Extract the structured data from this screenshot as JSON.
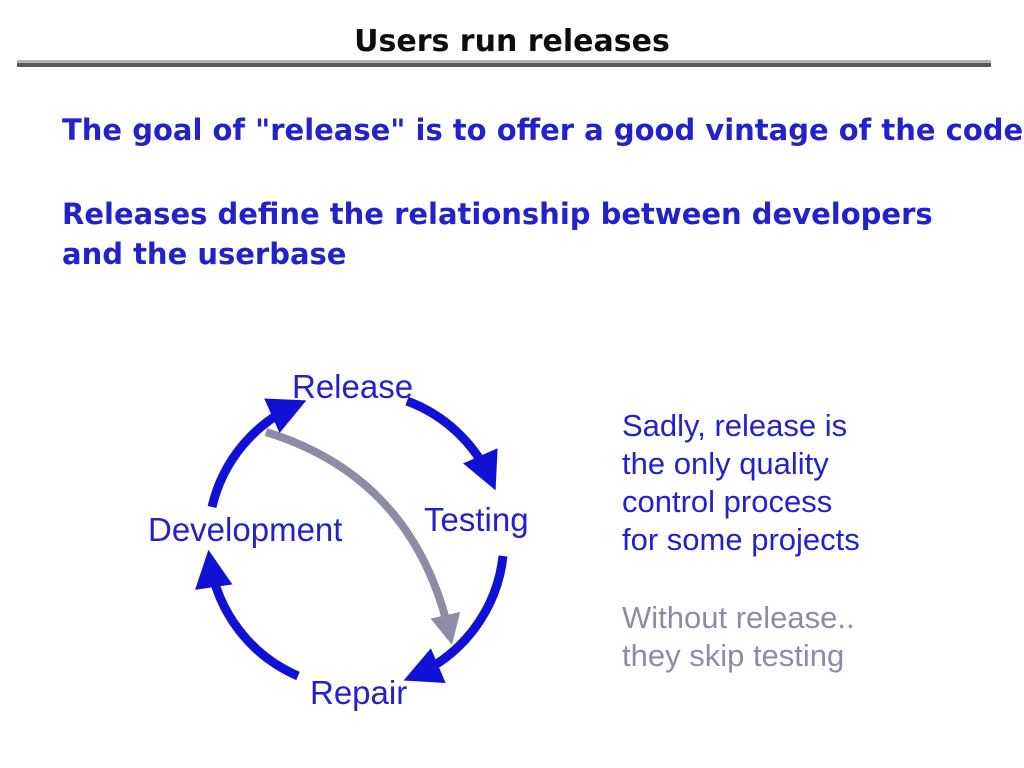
{
  "slide": {
    "title": "Users run releases",
    "intro": "The goal of \"release\" is to offer a good vintage of the code",
    "body": "Releases define the relationship between developers\nand the userbase"
  },
  "diagram": {
    "type": "cycle",
    "nodes": [
      {
        "id": "release",
        "label": "Release"
      },
      {
        "id": "testing",
        "label": "Testing"
      },
      {
        "id": "repair",
        "label": "Repair"
      },
      {
        "id": "development",
        "label": "Development"
      }
    ],
    "cycle_order": [
      "Release",
      "Testing",
      "Repair",
      "Development"
    ],
    "shortcut_arrow": {
      "from": "Release",
      "to": "Repair",
      "meaning": "skip testing"
    },
    "colors": {
      "arrow_blue": "#1111d6",
      "label_blue": "#2222cc",
      "shortcut_gray": "#8c8ca4"
    }
  },
  "side_notes": {
    "primary": "Sadly, release is\nthe only quality\ncontrol process\nfor some projects",
    "secondary": "Without release..\nthey skip testing"
  },
  "colors": {
    "text_blue": "#2222cc",
    "title_black": "#0d0d0d",
    "rule_light": "#b2b2b2",
    "rule_dark": "#5a5a5a"
  }
}
